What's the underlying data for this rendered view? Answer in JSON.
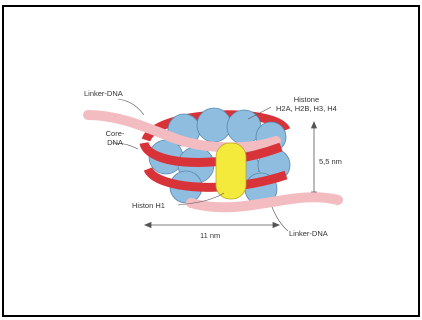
{
  "diagram": {
    "labels": {
      "linker_dna_top": "Linker-DNA",
      "core_dna_line1": "Core-",
      "core_dna_line2": "DNA",
      "histone_title": "Histone",
      "histone_types": "H2A, H2B, H3, H4",
      "height": "5,5 nm",
      "histon_h1": "Histon H1",
      "linker_dna_bottom": "Linker-DNA",
      "width": "11 nm"
    },
    "colors": {
      "histone_blue": "#8fbde0",
      "dna_red": "#d9333a",
      "linker_pink": "#f3bcc0",
      "h1_yellow": "#f4ea3c"
    }
  }
}
